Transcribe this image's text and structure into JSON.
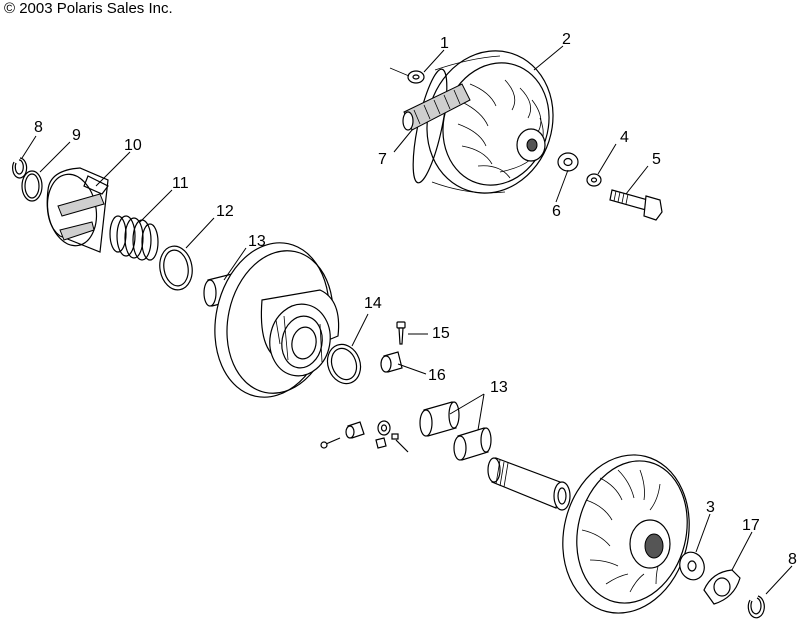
{
  "copyright": "© 2003 Polaris Sales Inc.",
  "callouts": {
    "c1": "1",
    "c2": "2",
    "c3": "3",
    "c4": "4",
    "c5": "5",
    "c6": "6",
    "c7": "7",
    "c8a": "8",
    "c8b": "8",
    "c9": "9",
    "c10": "10",
    "c11": "11",
    "c12": "12",
    "c13a": "13",
    "c13b": "13",
    "c14": "14",
    "c15": "15",
    "c16": "16",
    "c17": "17"
  }
}
